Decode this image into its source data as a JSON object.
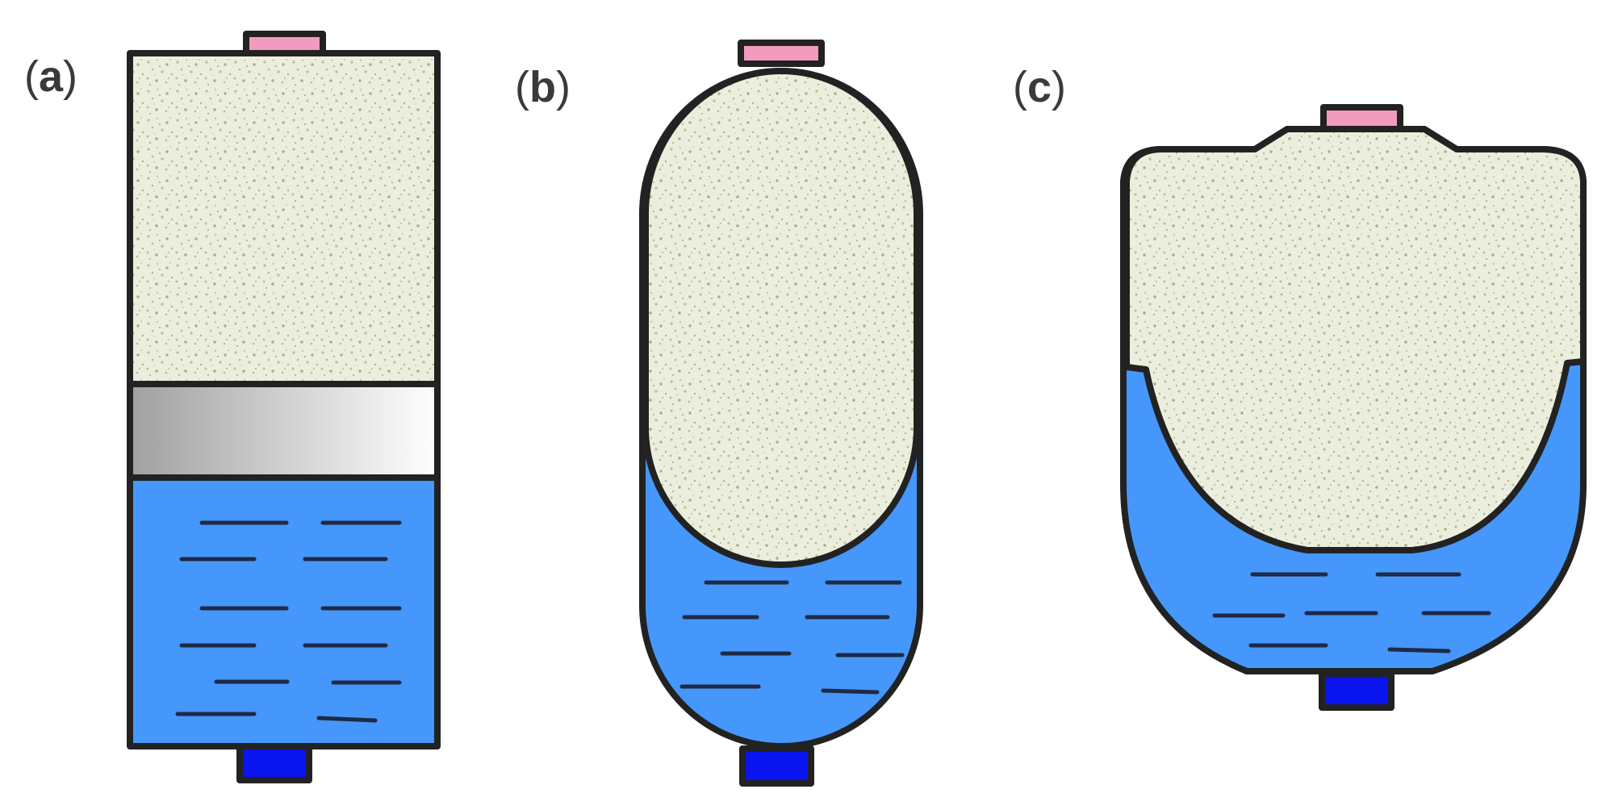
{
  "panels": [
    {
      "id": "a",
      "label": "a",
      "type": "piston"
    },
    {
      "id": "b",
      "label": "b",
      "type": "bladder"
    },
    {
      "id": "c",
      "label": "c",
      "type": "diaphragm"
    }
  ],
  "colors": {
    "gas_texture": "#eceedd",
    "gas_speckle": "#b9bc9a",
    "liquid": "#4597fb",
    "liquid_line": "#1f2a44",
    "gas_port": "#f29bbf",
    "liquid_port": "#0a14ee",
    "outline": "#222222",
    "piston_dark": "#a0a0a0",
    "piston_light": "#ffffff"
  },
  "icons": {
    "gas_port": "pink-rectangle",
    "liquid_port": "blue-rectangle"
  }
}
